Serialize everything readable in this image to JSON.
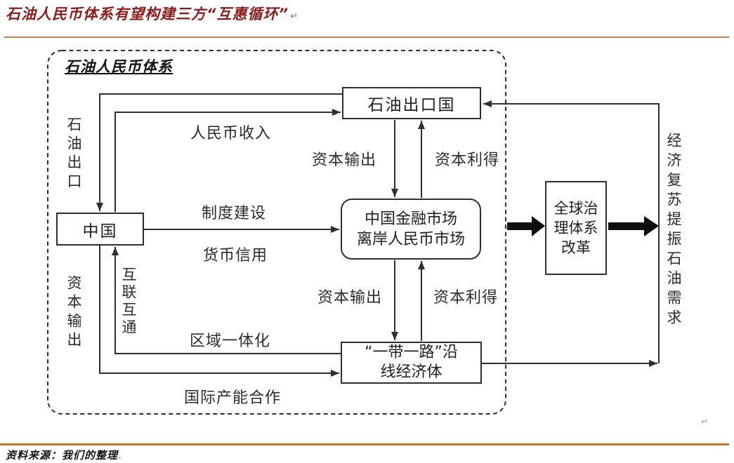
{
  "page": {
    "title": "石油人民币体系有望构建三方“互惠循环”",
    "title_mark": "↵",
    "source_note": "资料来源：我们的整理",
    "source_mark": "、",
    "stray_mark": "↵"
  },
  "colors": {
    "title_text": "#8b1c1c",
    "top_rule": "#c28050",
    "bottom_rule": "#cb7031",
    "diagram_line": "#2f2f2f"
  },
  "diagram": {
    "system_label": "石油人民币体系",
    "boxes": {
      "oil_exporters": "石油出口国",
      "china": "中国",
      "financial_market": "中国金融市场\n离岸人民币市场",
      "belt_road": "“一带一路”沿\n线经济体",
      "governance": "全球治\n理体系\n改革"
    },
    "labels": {
      "oil_export": "石油出口",
      "rmb_income": "人民币收入",
      "capital_output_top": "资本输出",
      "capital_gains_top": "资本利得",
      "institution_building": "制度建设",
      "currency_credit": "货币信用",
      "capital_output_mid": "资本输出",
      "capital_gains_mid": "资本利得",
      "capital_output_left": "资本输出",
      "interconnection": "互联互通",
      "regional_integration": "区域一体化",
      "intl_capacity_coop": "国际产能合作",
      "recovery_demand": "经济复苏提振石油需求"
    }
  }
}
